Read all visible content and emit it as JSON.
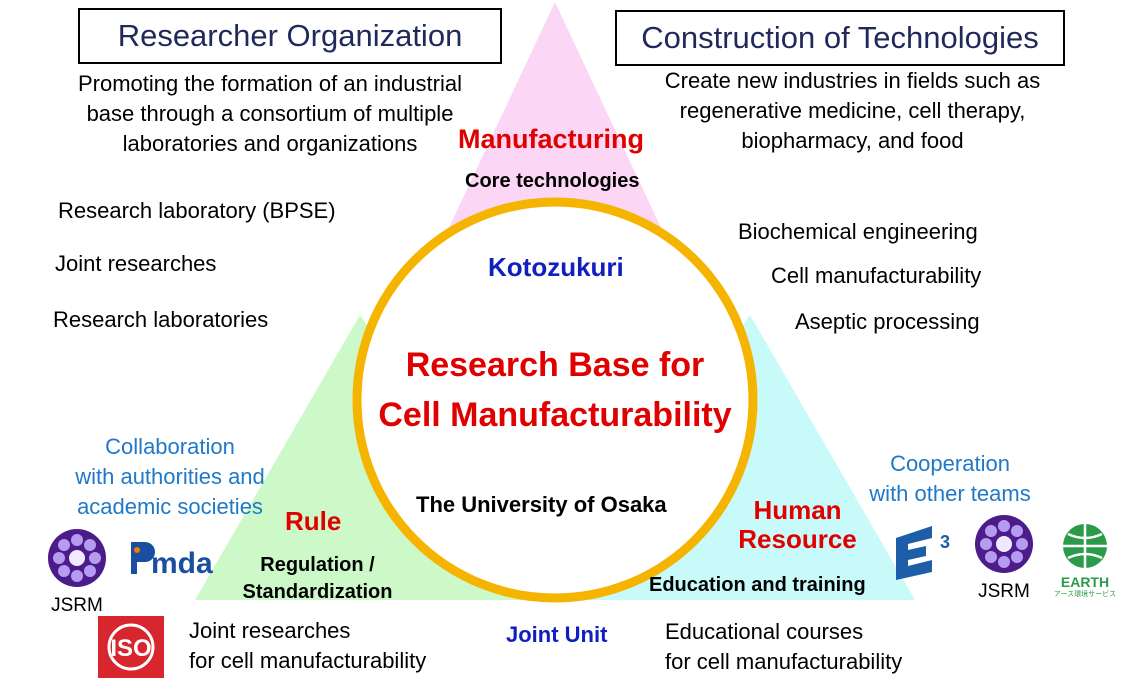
{
  "boxes": {
    "researcher_org": "Researcher Organization",
    "construction_tech": "Construction of Technologies"
  },
  "researcher_desc": [
    "Promoting the formation of an industrial",
    "base through a consortium of multiple",
    "laboratories and organizations"
  ],
  "construction_desc": [
    "Create new industries in fields such as",
    "regenerative medicine, cell therapy,",
    "biopharmacy, and food"
  ],
  "manufacturing": {
    "title": "Manufacturing",
    "sub": "Core technologies"
  },
  "left_items": [
    "Research laboratory (BPSE)",
    "Joint researches",
    "Research laboratories"
  ],
  "right_items": [
    "Biochemical engineering",
    "Cell manufacturability",
    "Aseptic processing"
  ],
  "circle": {
    "kotozukuri": "Kotozukuri",
    "title_line1": "Research Base for",
    "title_line2": "Cell Manufacturability",
    "university": "The University of Osaka"
  },
  "collaboration": [
    "Collaboration",
    "with authorities and",
    "academic societies"
  ],
  "cooperation": [
    "Cooperation",
    "with other teams"
  ],
  "rule": {
    "title": "Rule",
    "sub1": "Regulation /",
    "sub2": "Standardization"
  },
  "human": {
    "title1": "Human",
    "title2": "Resource",
    "sub": "Education and training"
  },
  "joint_unit": "Joint Unit",
  "bottom_left": [
    "Joint researches",
    "for cell manufacturability"
  ],
  "bottom_right": [
    "Educational courses",
    "for cell manufacturability"
  ],
  "logos": {
    "jsrm": "JSRM",
    "pmda": "Pmda",
    "iso": "ISO",
    "earth": "EARTH",
    "earth_sub": "アース環境サービス",
    "e3": "3"
  },
  "colors": {
    "pink": "#fcd7f5",
    "green": "#cdf8c8",
    "cyan": "#c8fafa",
    "circle": "#f5b400",
    "red": "#e00000",
    "blue": "#1020c0",
    "light_blue": "#1f78c8"
  }
}
